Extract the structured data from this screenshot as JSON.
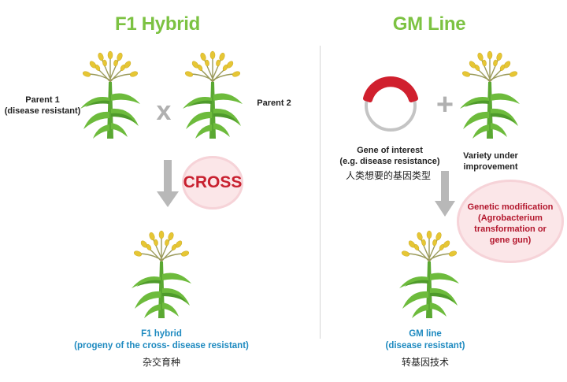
{
  "left": {
    "title": "F1 Hybrid",
    "parent1_label": "Parent 1",
    "parent1_sub": "(disease resistant)",
    "parent2_label": "Parent 2",
    "cross_symbol": "x",
    "cross_badge": "CROSS",
    "result_title": "F1 hybrid",
    "result_sub": "(progeny of the cross- disease resistant)",
    "result_zh": "杂交育种"
  },
  "right": {
    "title": "GM Line",
    "plus_symbol": "+",
    "gene_label": "Gene of interest",
    "gene_sub": "(e.g. disease resistance)",
    "gene_zh": "人类想要的基因类型",
    "variety_label1": "Variety under",
    "variety_label2": "improvement",
    "gm_badge_line1": "Genetic modification",
    "gm_badge_line2": "(Agrobacterium",
    "gm_badge_line3": "transformation or",
    "gm_badge_line4": "gene gun)",
    "result_title": "GM line",
    "result_sub": "(disease resistant)",
    "result_zh": "转基因技术"
  },
  "colors": {
    "title_green": "#7cc242",
    "stalk_green": "#5aa832",
    "leaf_green": "#6dbb3c",
    "grain_yellow": "#e6c634",
    "arrow_gray": "#b8b8b8",
    "badge_red": "#c8202f",
    "badge_fill": "#fbe6e8",
    "teal_text": "#1e8ac0",
    "plasmid_red": "#d0202e"
  }
}
